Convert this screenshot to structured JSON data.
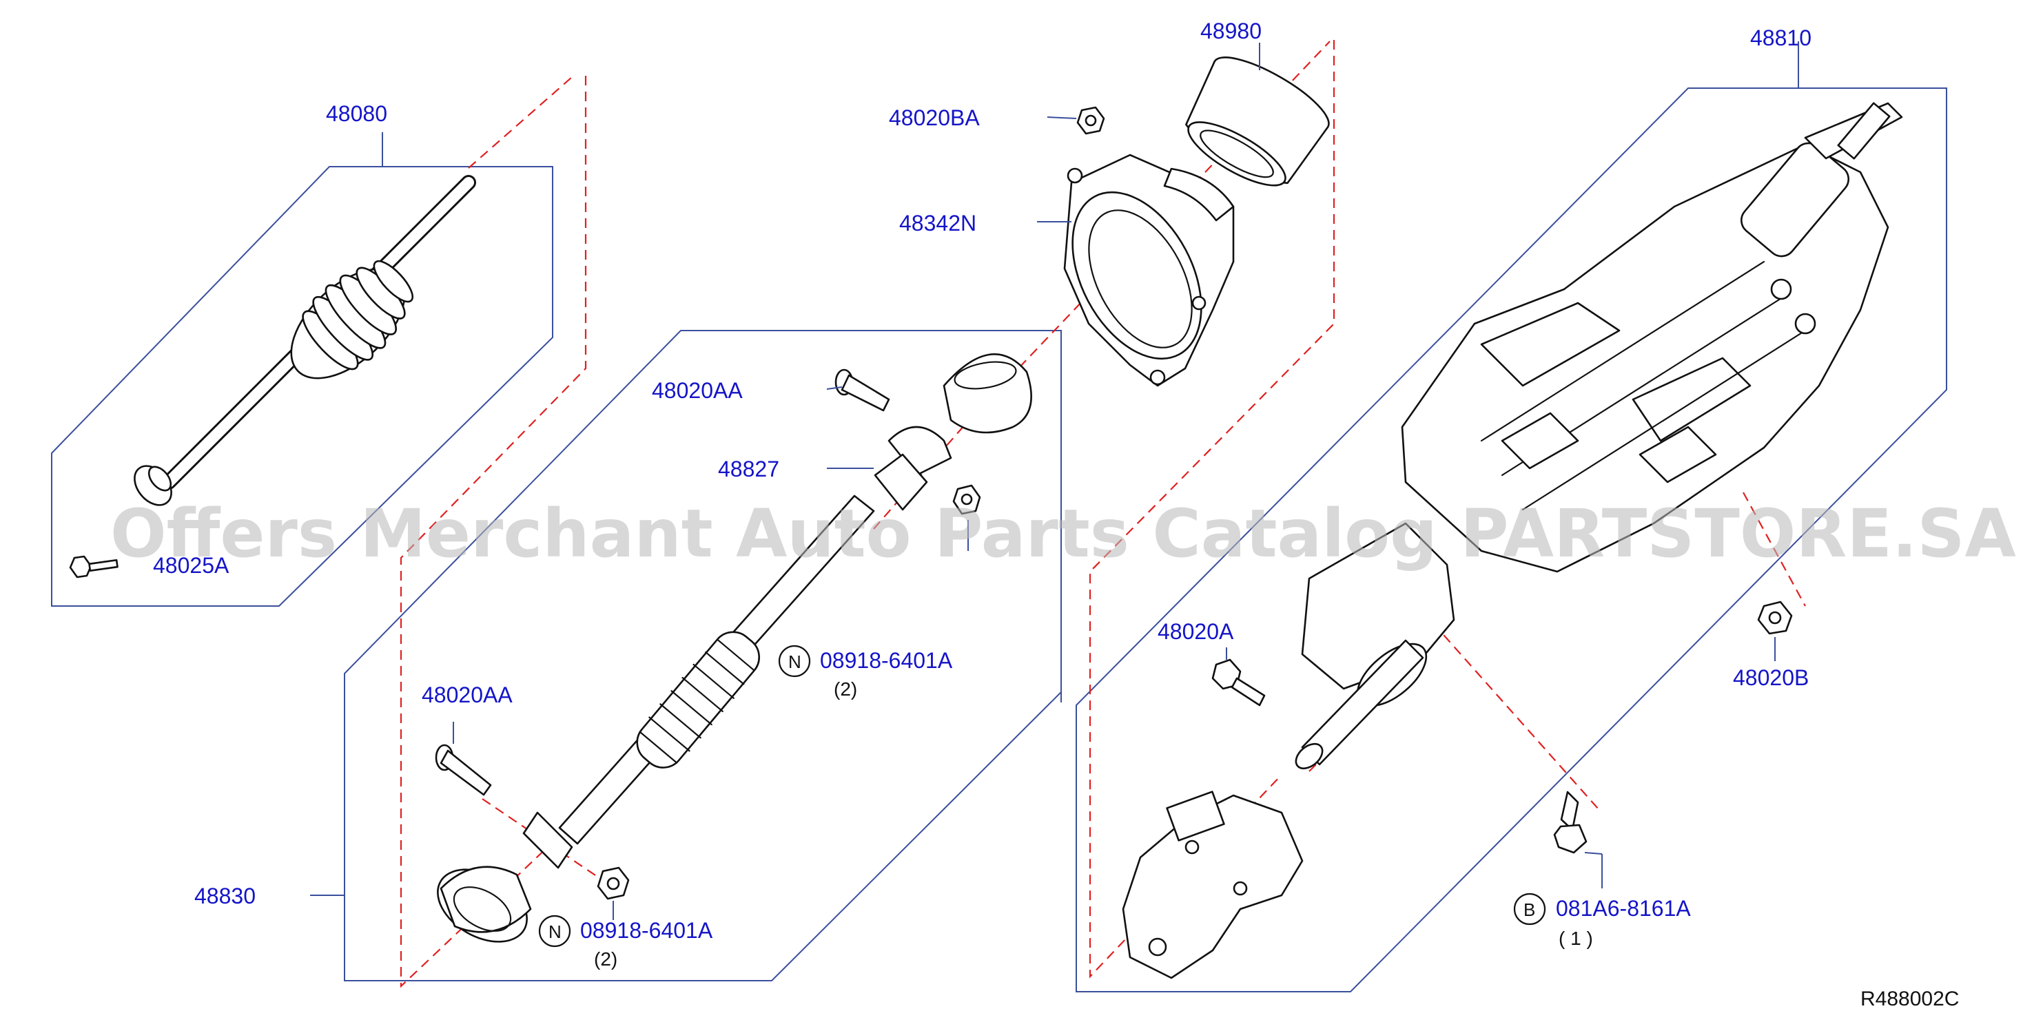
{
  "diagram": {
    "reference_code": "R488002C",
    "watermark": "Offers Merchant Auto Parts Catalog PARTSTORE.SA",
    "callouts": {
      "p48080": "48080",
      "p48025A": "48025A",
      "p48980": "48980",
      "p48020BA": "48020BA",
      "p48342N": "48342N",
      "p48020AA_top": "48020AA",
      "p48827": "48827",
      "p08918_top": "08918-6401A",
      "p08918_top_qty": "(2)",
      "p48020AA_bottom": "48020AA",
      "p48830": "48830",
      "p08918_bottom": "08918-6401A",
      "p08918_bottom_qty": "(2)",
      "p48810": "48810",
      "p48020B": "48020B",
      "p48020A": "48020A",
      "p081A6": "081A6-8161A",
      "p081A6_qty": "( 1 )"
    },
    "symbols": {
      "n_top": "N",
      "n_bottom": "N",
      "b_mark": "B"
    }
  }
}
